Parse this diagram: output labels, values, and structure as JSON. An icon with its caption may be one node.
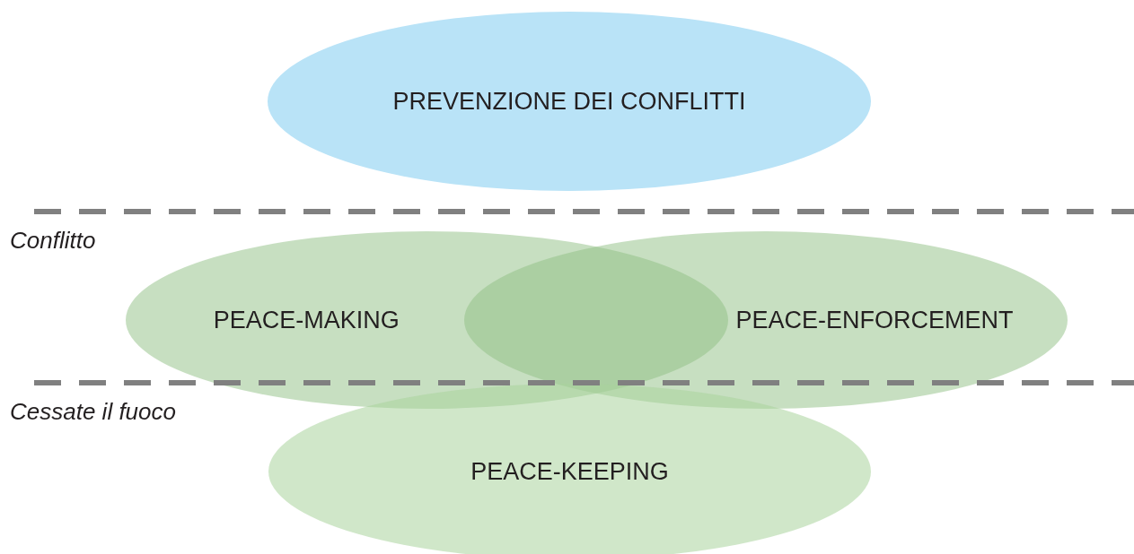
{
  "diagram": {
    "nodes": [
      {
        "text": [
          "PREVENZIONE DEI CONFLITTI"
        ]
      },
      {
        "text": [
          "PEACE-MAKING"
        ]
      },
      {
        "text": [
          "PEACE-ENFORCEMENT"
        ]
      },
      {
        "text": [
          "PEACE-KEEPING"
        ]
      }
    ],
    "labels": [
      "Conflitto",
      "Cessate il fuoco"
    ]
  }
}
